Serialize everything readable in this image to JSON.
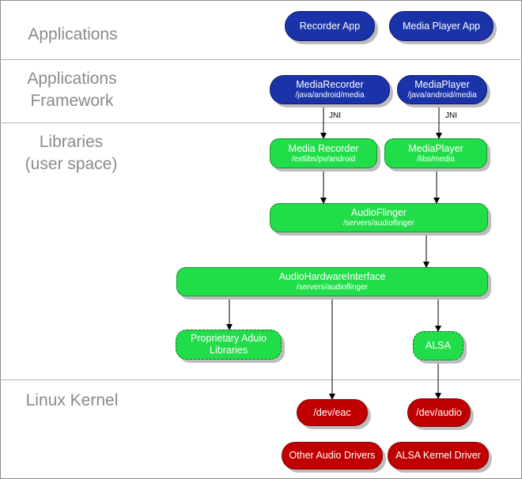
{
  "layers": {
    "applications": "Applications",
    "framework_line1": "Applications",
    "framework_line2": "Framework",
    "libraries_line1": "Libraries",
    "libraries_line2": "(user space)",
    "kernel": "Linux Kernel"
  },
  "nodes": {
    "recorder_app": {
      "title": "Recorder App"
    },
    "media_player_app": {
      "title": "Media Player App"
    },
    "media_recorder_fw": {
      "title": "MediaRecorder",
      "path": "/java/android/media"
    },
    "media_player_fw": {
      "title": "MediaPlayer",
      "path": "/java/android/media"
    },
    "media_recorder_lib": {
      "title": "Media Recorder",
      "path": "/extlibs/pv/android"
    },
    "media_player_lib": {
      "title": "MediaPlayer",
      "path": "/libs/media"
    },
    "audioflinger": {
      "title": "AudioFlinger",
      "path": "/servers/audioflinger"
    },
    "audio_hw_interface": {
      "title": "AudioHardwareInterface",
      "path": "/servers/audioflinger"
    },
    "proprietary_libs": {
      "title_line1": "Proprietary Aduio",
      "title_line2": "Libraries"
    },
    "alsa": {
      "title": "ALSA"
    },
    "dev_eac": {
      "title": "/dev/eac"
    },
    "dev_audio": {
      "title": "/dev/audio"
    },
    "other_drivers": {
      "title": "Other Audio Drivers"
    },
    "alsa_kernel_driver": {
      "title": "ALSA Kernel Driver"
    }
  },
  "edges": {
    "jni_left": "JNI",
    "jni_right": "JNI"
  },
  "colors": {
    "app_blue": "#1a33a8",
    "lib_green": "#22dd4a",
    "kernel_red": "#c00000",
    "layer_text": "#8a8a8a"
  }
}
